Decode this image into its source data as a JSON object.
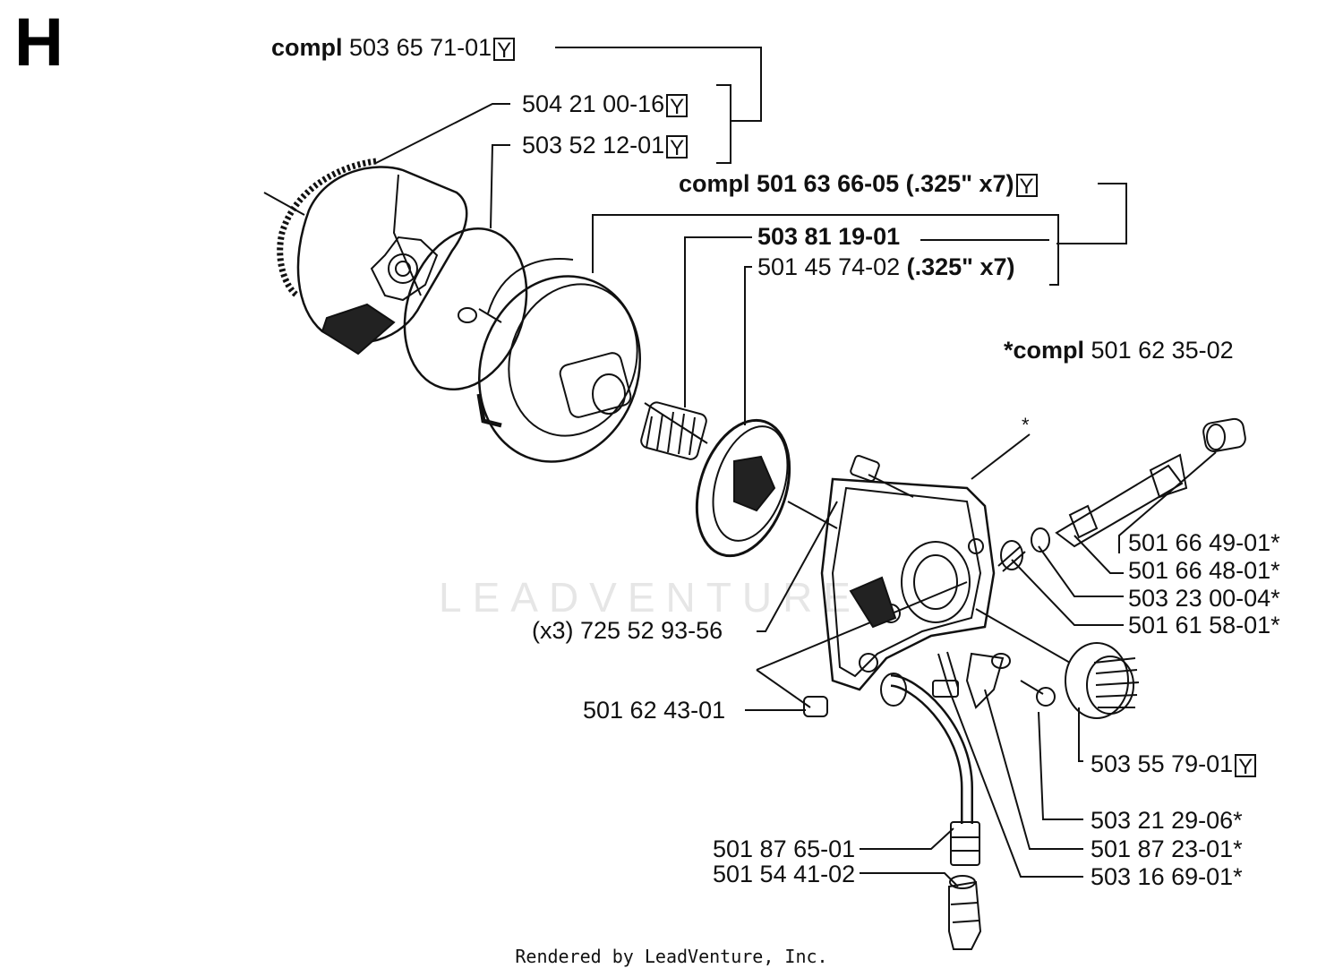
{
  "section": "H",
  "footer": "Rendered by LeadVenture, Inc.",
  "watermark": "LEADVENTURE",
  "flag": "Y",
  "labels": {
    "l1": {
      "bold": "compl",
      "text": " 503 65 71-01"
    },
    "l2": {
      "bold": "",
      "text": "504 21 00-16"
    },
    "l3": {
      "bold": "",
      "text": "503 52 12-01"
    },
    "l4": {
      "bold": "compl 501 63 66-05 (.325\" x7)",
      "text": ""
    },
    "l5": {
      "bold": "503 81 19-01",
      "text": ""
    },
    "l6a": {
      "bold": "",
      "text": "501 45 74-02 "
    },
    "l6b": {
      "bold": "(.325\" x7)",
      "text": ""
    },
    "l7": {
      "bold": "*compl",
      "text": " 501 62 35-02"
    },
    "l8": {
      "bold": "",
      "text": "501 66 49-01*"
    },
    "l9": {
      "bold": "",
      "text": "501 66 48-01*"
    },
    "l10": {
      "bold": "",
      "text": "503 23 00-04*"
    },
    "l11": {
      "bold": "",
      "text": "501 61 58-01*"
    },
    "l12": {
      "bold": "",
      "text": "(x3) 725 52 93-56"
    },
    "l13": {
      "bold": "",
      "text": "501 62 43-01"
    },
    "l14": {
      "bold": "",
      "text": "503 55 79-01"
    },
    "l15": {
      "bold": "",
      "text": "503 21 29-06*"
    },
    "l16": {
      "bold": "",
      "text": "501 87 23-01*"
    },
    "l17": {
      "bold": "",
      "text": "503 16 69-01*"
    },
    "l18": {
      "bold": "",
      "text": "501 87 65-01"
    },
    "l19": {
      "bold": "",
      "text": "501 54 41-02"
    },
    "star": "*"
  }
}
